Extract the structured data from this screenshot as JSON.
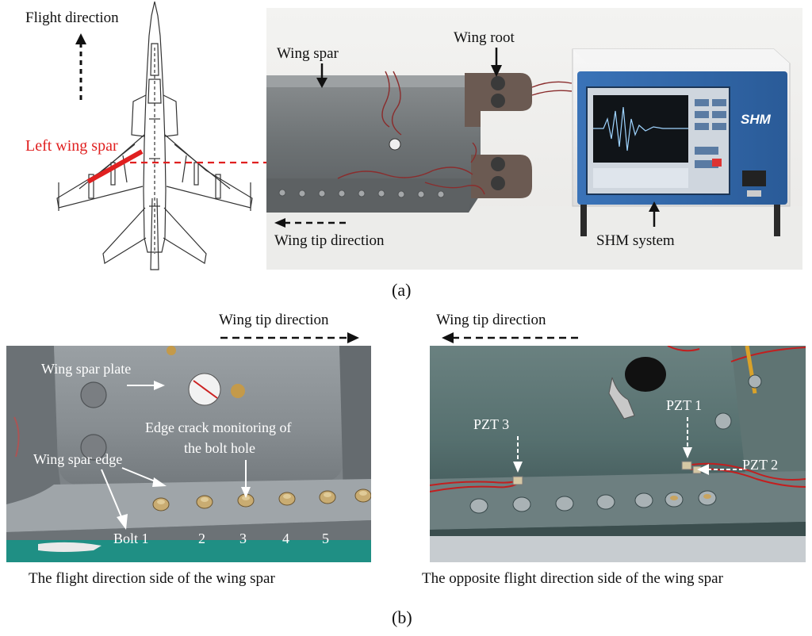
{
  "panel_a": {
    "label": "(a)",
    "flight_direction": "Flight direction",
    "left_wing_spar": "Left wing spar",
    "wing_spar": "Wing spar",
    "wing_root": "Wing root",
    "wing_tip_direction": "Wing tip direction",
    "shm_system": "SHM system",
    "shm_logo": "SHM"
  },
  "panel_b": {
    "label": "(b)",
    "left_top_label": "Wing tip direction",
    "right_top_label": "Wing tip direction",
    "wing_spar_plate": "Wing spar plate",
    "edge_crack_line1": "Edge crack monitoring of",
    "edge_crack_line2": "the bolt hole",
    "wing_spar_edge": "Wing spar edge",
    "bolt_1": "Bolt 1",
    "bolt_2": "2",
    "bolt_3": "3",
    "bolt_4": "4",
    "bolt_5": "5",
    "pzt_1": "PZT 1",
    "pzt_2": "PZT 2",
    "pzt_3": "PZT 3",
    "caption_left": "The flight direction side of the wing spar",
    "caption_right": "The opposite flight direction side of the wing spar"
  }
}
